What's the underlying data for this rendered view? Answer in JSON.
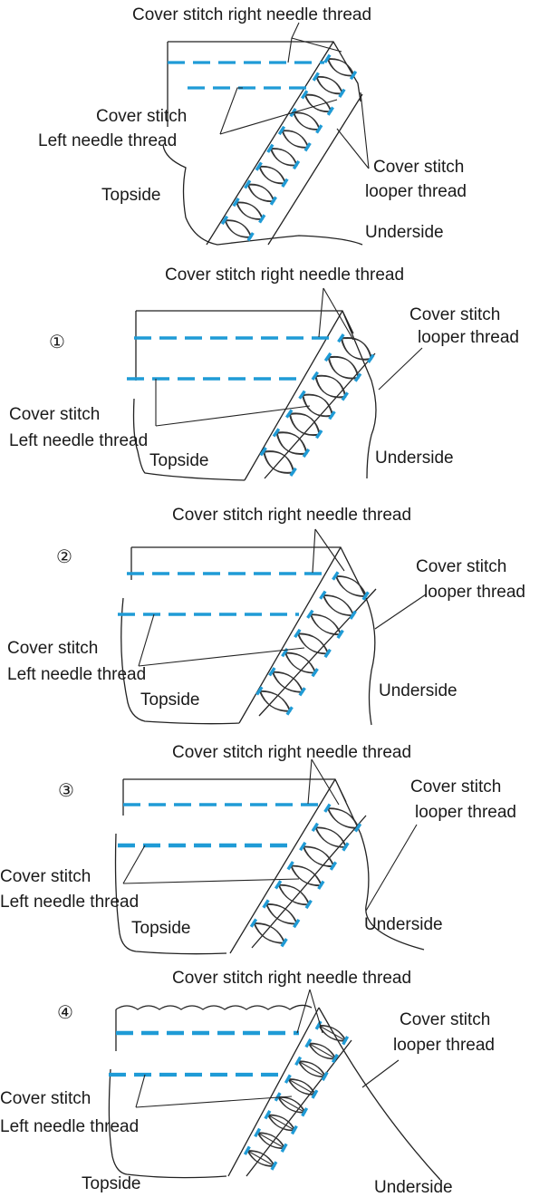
{
  "colors": {
    "thread_blue": "#1f9bd6",
    "line": "#222222",
    "text": "#1a1a1a",
    "background": "#ffffff"
  },
  "panels": [
    {
      "number": "",
      "right_needle": "Cover stitch right needle thread",
      "left_needle_line1": "Cover stitch",
      "left_needle_line2": "Left needle thread",
      "looper_line1": "Cover stitch",
      "looper_line2": "looper thread",
      "topside": "Topside",
      "underside": "Underside",
      "stitch_style": "normal"
    },
    {
      "number": "①",
      "right_needle": "Cover stitch right needle thread",
      "left_needle_line1": "Cover stitch",
      "left_needle_line2": "Left needle thread",
      "looper_line1": "Cover stitch",
      "looper_line2": "looper thread",
      "topside": "Topside",
      "underside": "Underside",
      "stitch_style": "loose-looper"
    },
    {
      "number": "②",
      "right_needle": "Cover stitch right needle thread",
      "left_needle_line1": "Cover stitch",
      "left_needle_line2": "Left needle thread",
      "looper_line1": "Cover stitch",
      "looper_line2": "looper thread",
      "topside": "Topside",
      "underside": "Underside",
      "stitch_style": "loose-right-needle"
    },
    {
      "number": "③",
      "right_needle": "Cover stitch right needle thread",
      "left_needle_line1": "Cover stitch",
      "left_needle_line2": "Left needle thread",
      "looper_line1": "Cover stitch",
      "looper_line2": "looper thread",
      "topside": "Topside",
      "underside": "Underside",
      "stitch_style": "loose-left-needle"
    },
    {
      "number": "④",
      "right_needle": "Cover stitch right needle thread",
      "left_needle_line1": "Cover stitch",
      "left_needle_line2": "Left needle thread",
      "looper_line1": "Cover stitch",
      "looper_line2": "looper thread",
      "topside": "Topside",
      "underside": "Underside",
      "stitch_style": "tight-needles"
    }
  ]
}
